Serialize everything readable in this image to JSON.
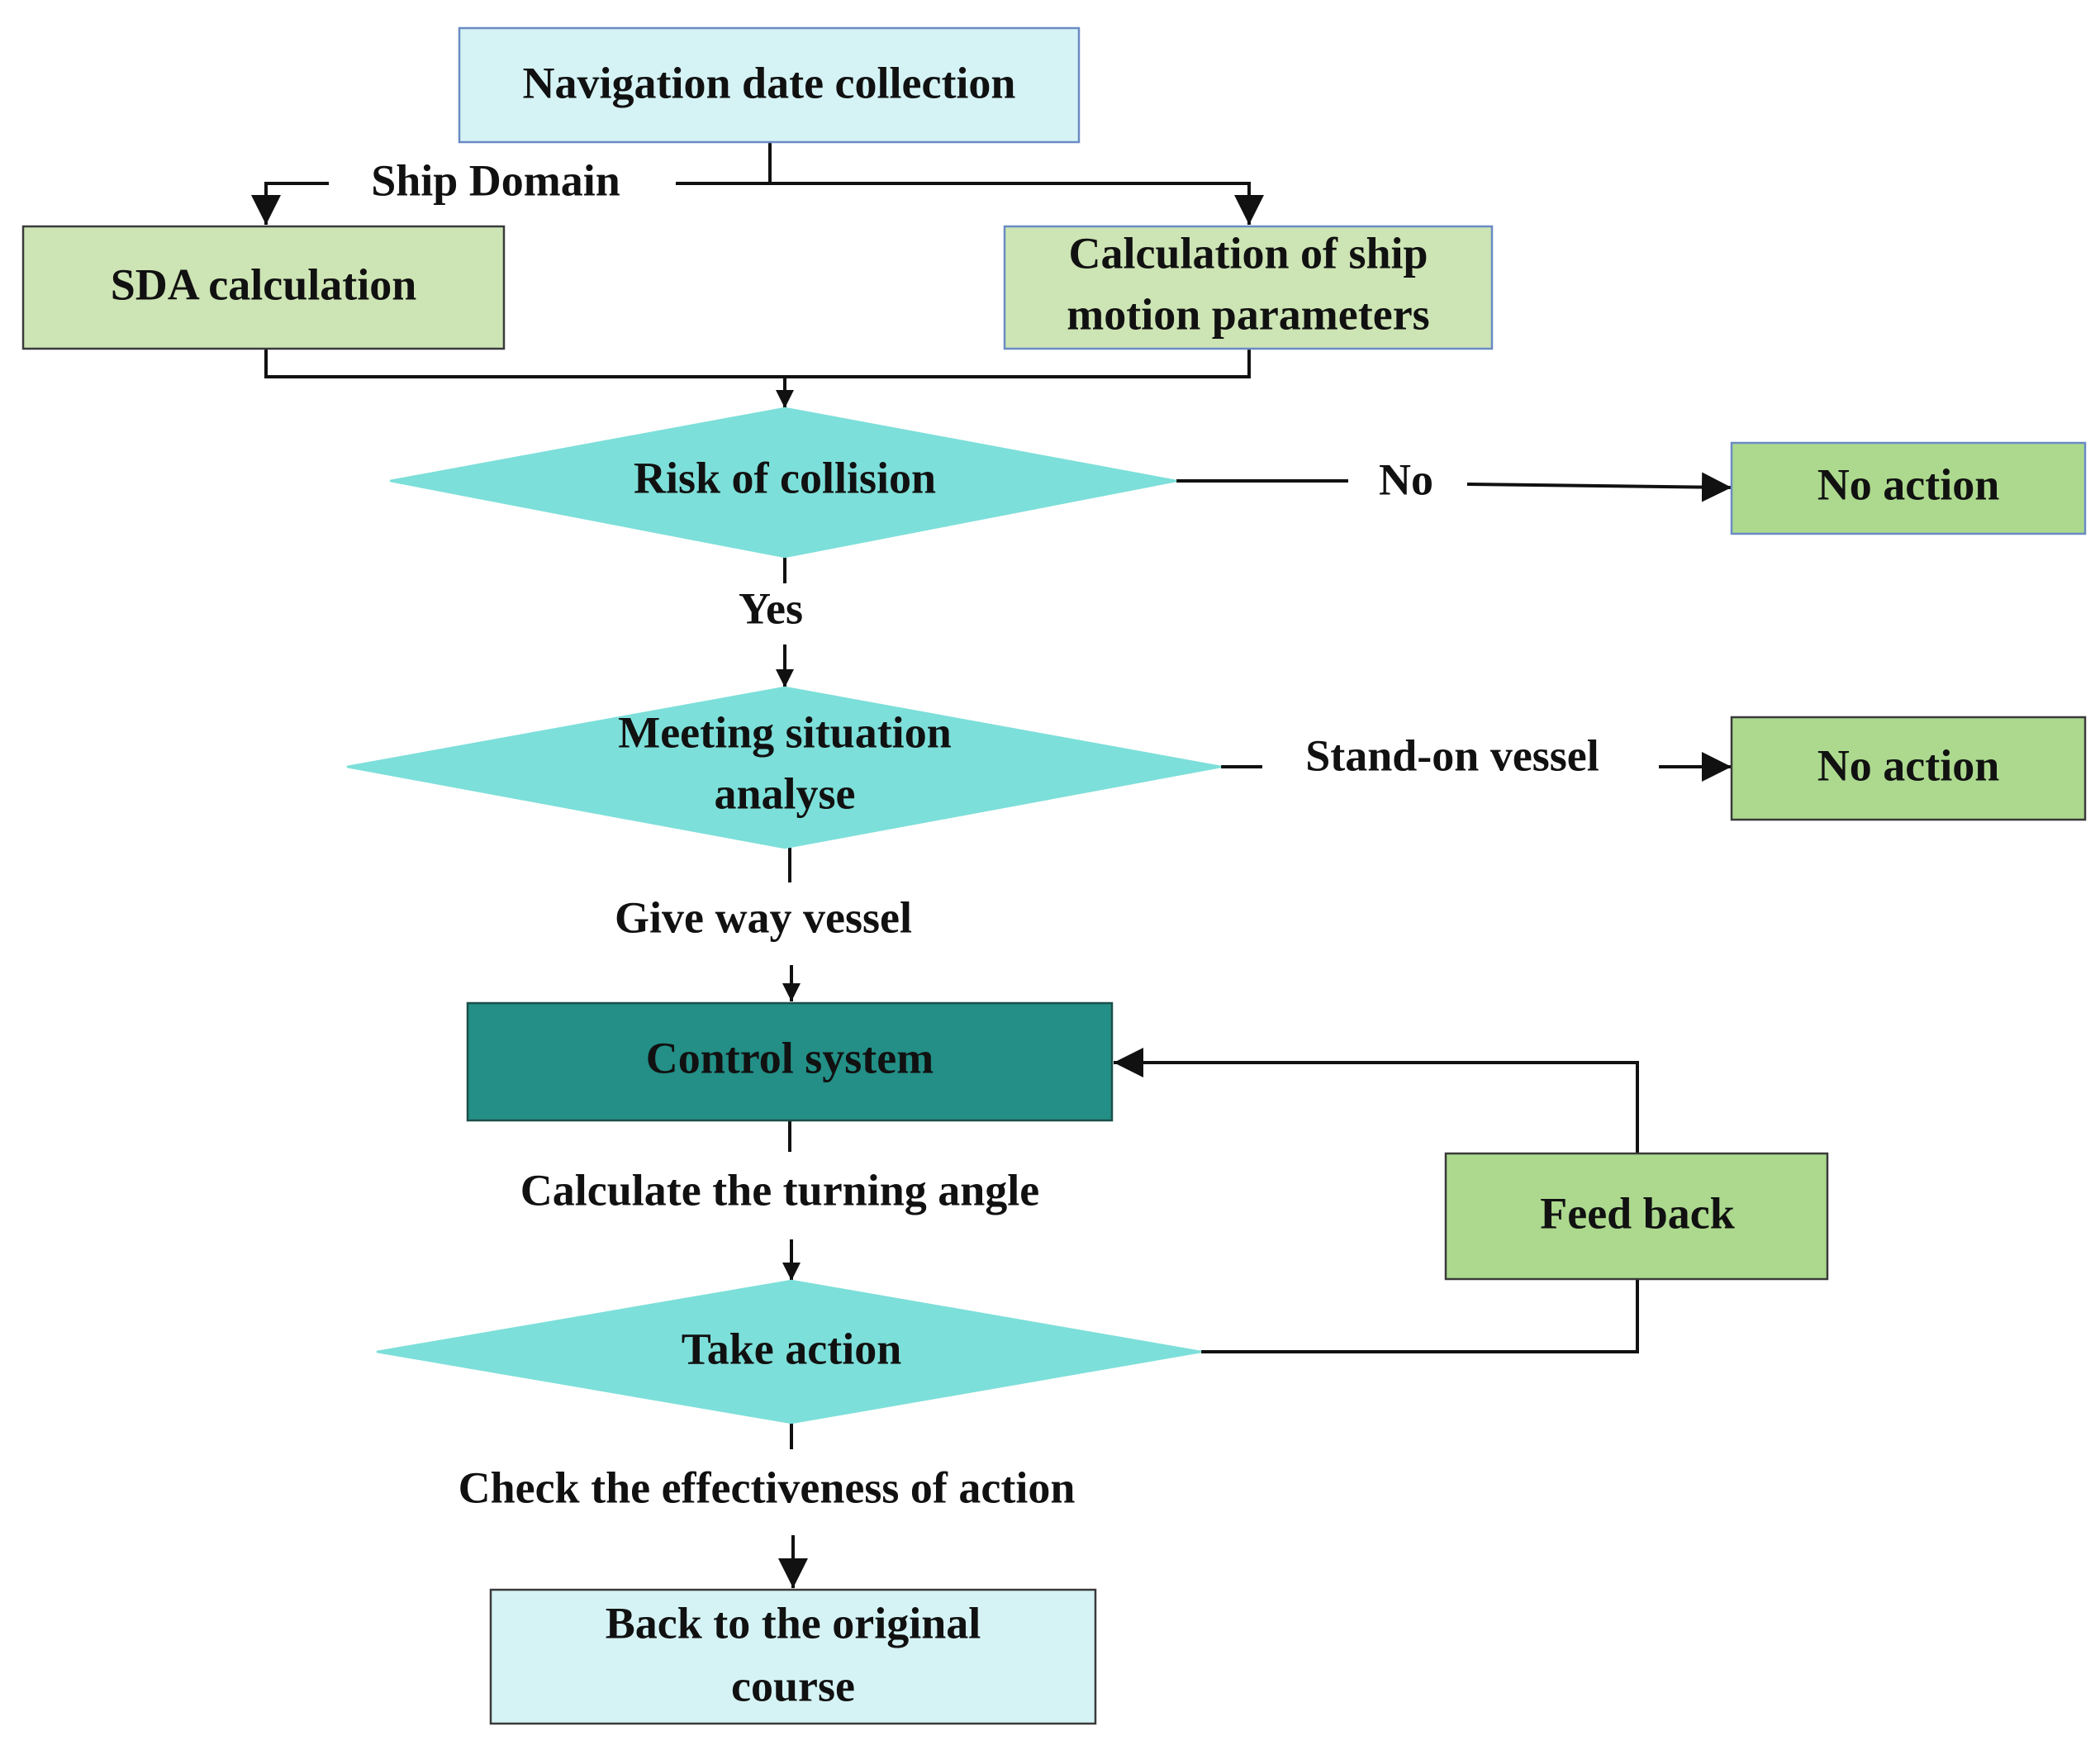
{
  "nodes": {
    "nav_collection": {
      "lines": [
        "Navigation date collection"
      ]
    },
    "sda_calc": {
      "lines": [
        "SDA calculation"
      ]
    },
    "motion_params": {
      "lines": [
        "Calculation of ship",
        "motion parameters"
      ]
    },
    "risk_collision": {
      "lines": [
        "Risk of collision"
      ]
    },
    "no_action_1": {
      "lines": [
        "No action"
      ]
    },
    "meeting_situation": {
      "lines": [
        "Meeting situation",
        "analyse"
      ]
    },
    "no_action_2": {
      "lines": [
        "No action"
      ]
    },
    "control_system": {
      "lines": [
        "Control system"
      ]
    },
    "feed_back": {
      "lines": [
        "Feed back"
      ]
    },
    "take_action": {
      "lines": [
        "Take action"
      ]
    },
    "back_original": {
      "lines": [
        "Back to the original",
        "course"
      ]
    }
  },
  "edge_labels": {
    "ship_domain": "Ship Domain",
    "no": "No",
    "yes": "Yes",
    "stand_on": "Stand-on vessel",
    "give_way": "Give way vessel",
    "calc_turning": "Calculate the turning angle",
    "check_effect": "Check the effectiveness of action"
  },
  "colors": {
    "light_cyan": "#d5f3f5",
    "light_green": "#cde4b4",
    "turquoise": "#7ddfd9",
    "dark_teal": "#238f86",
    "mid_green": "#acd98e",
    "box_border_blue": "#6a8bc4",
    "line": "#111111"
  }
}
